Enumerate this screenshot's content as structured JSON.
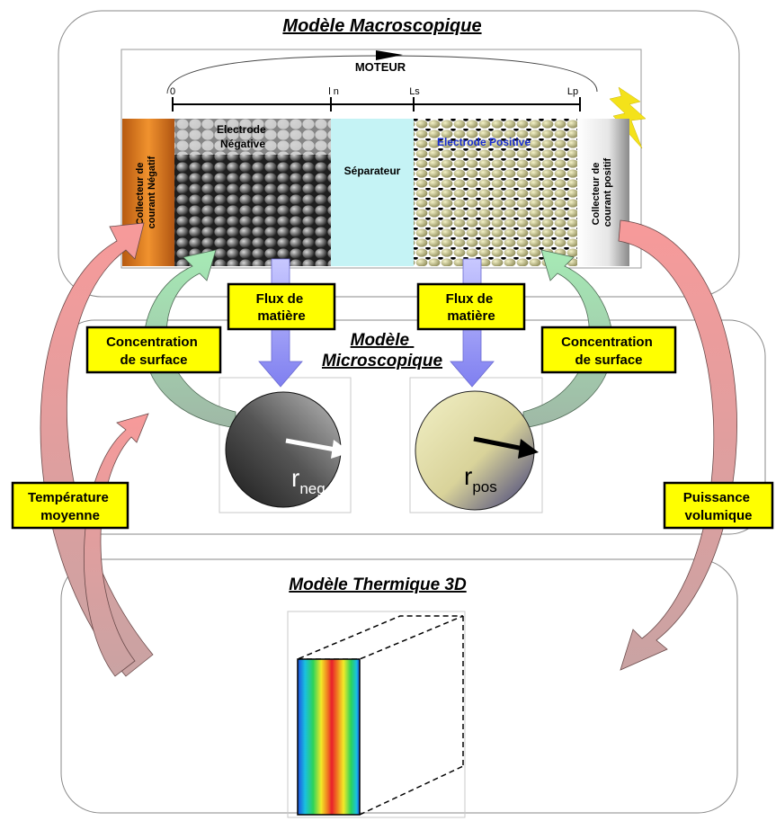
{
  "titles": {
    "macro": "Modèle Macroscopique",
    "micro_line1": "Modèle",
    "micro_line2": "Microscopique",
    "thermal": "Modèle Thermique 3D"
  },
  "macro": {
    "motor_label": "MOTEUR",
    "ticks": [
      "0",
      "l n",
      "Ls",
      "Lp"
    ],
    "collector_neg_line1": "Collecteur de",
    "collector_neg_line2": "courant Négatif",
    "electrode_neg_line1": "Electrode",
    "electrode_neg_line2": "Négative",
    "separator": "Séparateur",
    "electrode_pos": "Electrode Positive",
    "collector_pos_line1": "Collecteur de",
    "collector_pos_line2": "courant positif"
  },
  "labels": {
    "flux_left_line1": "Flux de",
    "flux_left_line2": "matière",
    "flux_right_line1": "Flux de",
    "flux_right_line2": "matière",
    "conc_left_line1": "Concentration",
    "conc_left_line2": "de surface",
    "conc_right_line1": "Concentration",
    "conc_right_line2": "de surface",
    "temp_line1": "Température",
    "temp_line2": "moyenne",
    "power_line1": "Puissance",
    "power_line2": "volumique"
  },
  "particles": {
    "neg_r": "r",
    "neg_sub": "neg",
    "pos_r": "r",
    "pos_sub": "pos"
  },
  "colors": {
    "label_box": "#ffff00",
    "separator": "#c5f3f5",
    "collector_neg": "#d06a10",
    "flux_arrow": "#9d9df2",
    "conc_arrow": "#9fe3b0",
    "temp_arrow": "#f4a0a0",
    "lightning": "#f4e21a"
  }
}
